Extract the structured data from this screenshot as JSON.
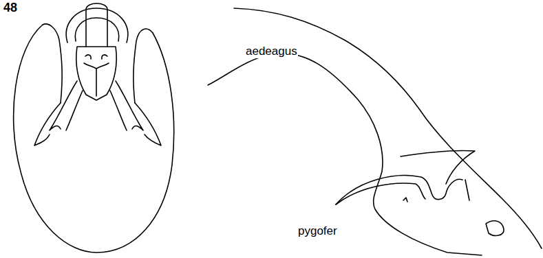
{
  "diagram": {
    "labels": [
      "48",
      "aedeagus",
      "pygofer"
    ]
  }
}
